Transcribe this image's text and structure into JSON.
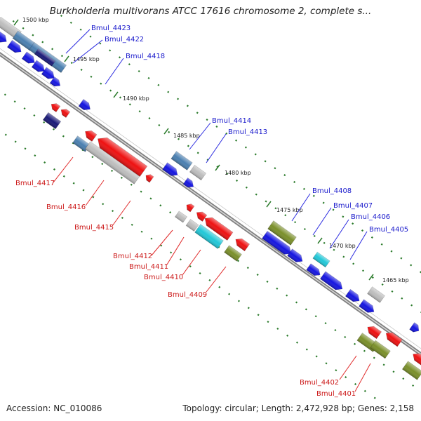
{
  "title": "Burkholderia multivorans ATCC 17616 chromosome 2, complete s...",
  "accession": "Accession: NC_010086",
  "summary": "Topology: circular; Length: 2,472,928 bp; Genes: 2,158",
  "colors": {
    "forward_label": "#1a1acc",
    "reverse_label": "#cc1a1a",
    "forward_gene": "#1515e0",
    "reverse_gene": "#ee1111",
    "gray_gene": "#bdbdbd",
    "olive_gene": "#7a8f2a",
    "cyan_gene": "#22c8d8",
    "steel_gene": "#4a7fb0",
    "navy_gene": "#1a1a78",
    "tick": "#2a7a2a",
    "backbone": "#777777"
  },
  "ticks": [
    {
      "label": "1500 kbp"
    },
    {
      "label": "1495 kbp"
    },
    {
      "label": "1490 kbp"
    },
    {
      "label": "1485 kbp"
    },
    {
      "label": "1480 kbp"
    },
    {
      "label": "1475 kbp"
    },
    {
      "label": "1470 kbp"
    },
    {
      "label": "1465 kbp"
    }
  ],
  "forward_labels": [
    {
      "text": "Bmul_4423"
    },
    {
      "text": "Bmul_4422"
    },
    {
      "text": "Bmul_4418"
    },
    {
      "text": "Bmul_4414"
    },
    {
      "text": "Bmul_4413"
    },
    {
      "text": "Bmul_4408"
    },
    {
      "text": "Bmul_4407"
    },
    {
      "text": "Bmul_4406"
    },
    {
      "text": "Bmul_4405"
    }
  ],
  "reverse_labels": [
    {
      "text": "Bmul_4417"
    },
    {
      "text": "Bmul_4416"
    },
    {
      "text": "Bmul_4415"
    },
    {
      "text": "Bmul_4412"
    },
    {
      "text": "Bmul_4411"
    },
    {
      "text": "Bmul_4410"
    },
    {
      "text": "Bmul_4409"
    },
    {
      "text": "Bmul_4402"
    },
    {
      "text": "Bmul_4401"
    }
  ]
}
